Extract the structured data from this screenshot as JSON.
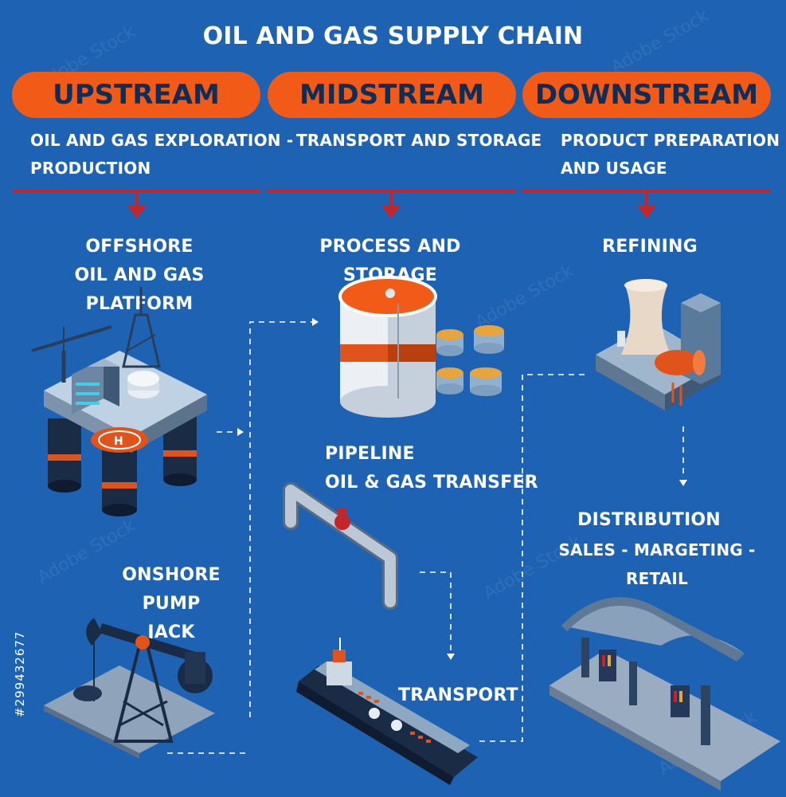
{
  "title": "OIL AND GAS SUPPLY CHAIN",
  "stages": {
    "upstream": {
      "label": "UPSTREAM",
      "description_line1": "OIL AND GAS EXPLORATION -",
      "description_line2": "PRODUCTION"
    },
    "midstream": {
      "label": "MIDSTREAM",
      "description_line1": "TRANSPORT AND STORAGE"
    },
    "downstream": {
      "label": "DOWNSTREAM",
      "description_line1": "PRODUCT PREPARATION",
      "description_line2": "AND USAGE"
    }
  },
  "nodes": {
    "offshore": {
      "line1": "OFFSHORE",
      "line2": "OIL AND GAS PLATFORM"
    },
    "onshore": {
      "line1": "ONSHORE",
      "line2": "PUMP JACK"
    },
    "process": {
      "line1": "PROCESS AND STORAGE"
    },
    "pipeline": {
      "line1": "PIPELINE",
      "line2": "OIL & GAS TRANSFER"
    },
    "transport": {
      "line1": "TRANSPORT"
    },
    "refining": {
      "line1": "REFINING"
    },
    "distribution": {
      "line1": "DISTRIBUTION",
      "line2": "SALES - MARGETING - RETAIL"
    }
  },
  "stock_id": "#299432677",
  "watermark": "Adobe Stock",
  "colors": {
    "background": "#1e63b3",
    "pill": "#f15a17",
    "pill_text": "#0d2e58",
    "divider": "#c0262c",
    "text": "#ffffff"
  },
  "icons": [
    "offshore-platform-icon",
    "pump-jack-icon",
    "storage-tank-icon",
    "pipeline-icon",
    "tanker-ship-icon",
    "refinery-icon",
    "gas-station-icon"
  ]
}
